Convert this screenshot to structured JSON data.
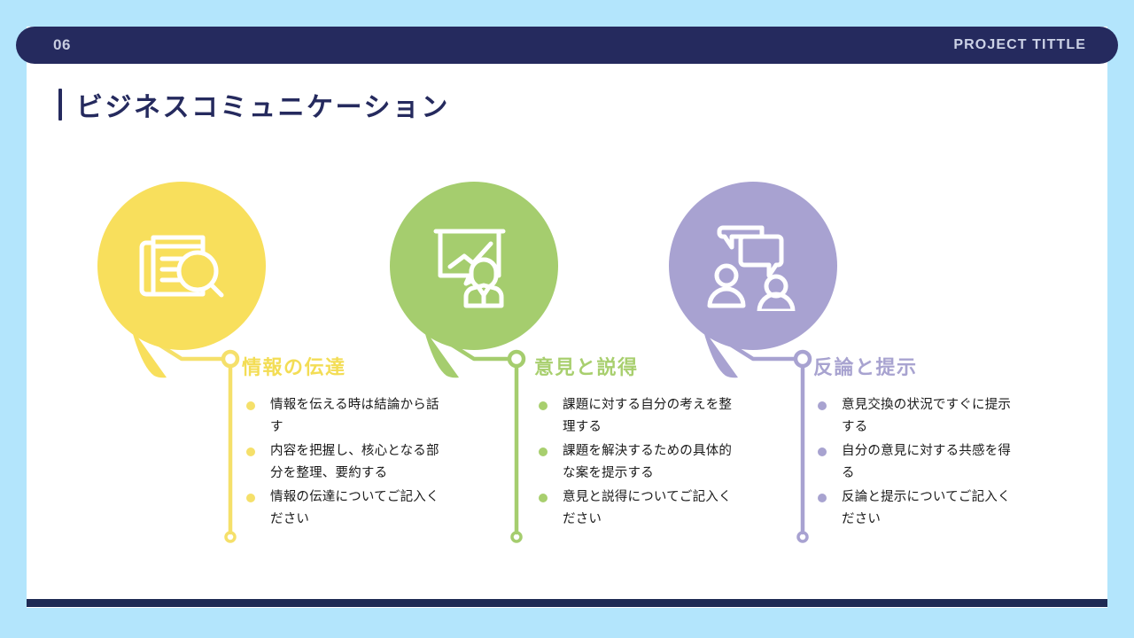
{
  "theme": {
    "page_background": "#b3e5fc",
    "card_background": "#ffffff",
    "navy": "#252a5e",
    "rule": "#1e2a54"
  },
  "header": {
    "slide_number": "06",
    "project_title": "PROJECT TITTLE"
  },
  "title": {
    "text": "ビジネスコミュニケーション"
  },
  "columns": [
    {
      "icon": "document-search-icon",
      "color": "#f8df5c",
      "heading_color": "#f3dd55",
      "heading": "情報の伝達",
      "bullets": [
        "情報を伝える時は結論から話す",
        "内容を把握し、核心となる部分を整理、要約する",
        "情報の伝達についてご記入ください"
      ]
    },
    {
      "icon": "presentation-chart-person-icon",
      "color": "#a5cd6e",
      "heading_color": "#a8cf6e",
      "heading": "意見と説得",
      "bullets": [
        "課題に対する自分の考えを整理する",
        "課題を解決するための具体的な案を提示する",
        "意見と説得についてご記入ください"
      ]
    },
    {
      "icon": "two-people-speech-bubbles-icon",
      "color": "#a8a2d1",
      "heading_color": "#a8a3d0",
      "heading": "反論と提示",
      "bullets": [
        "意見交換の状況ですぐに提示する",
        "自分の意見に対する共感を得る",
        "反論と提示についてご記入ください"
      ]
    }
  ]
}
